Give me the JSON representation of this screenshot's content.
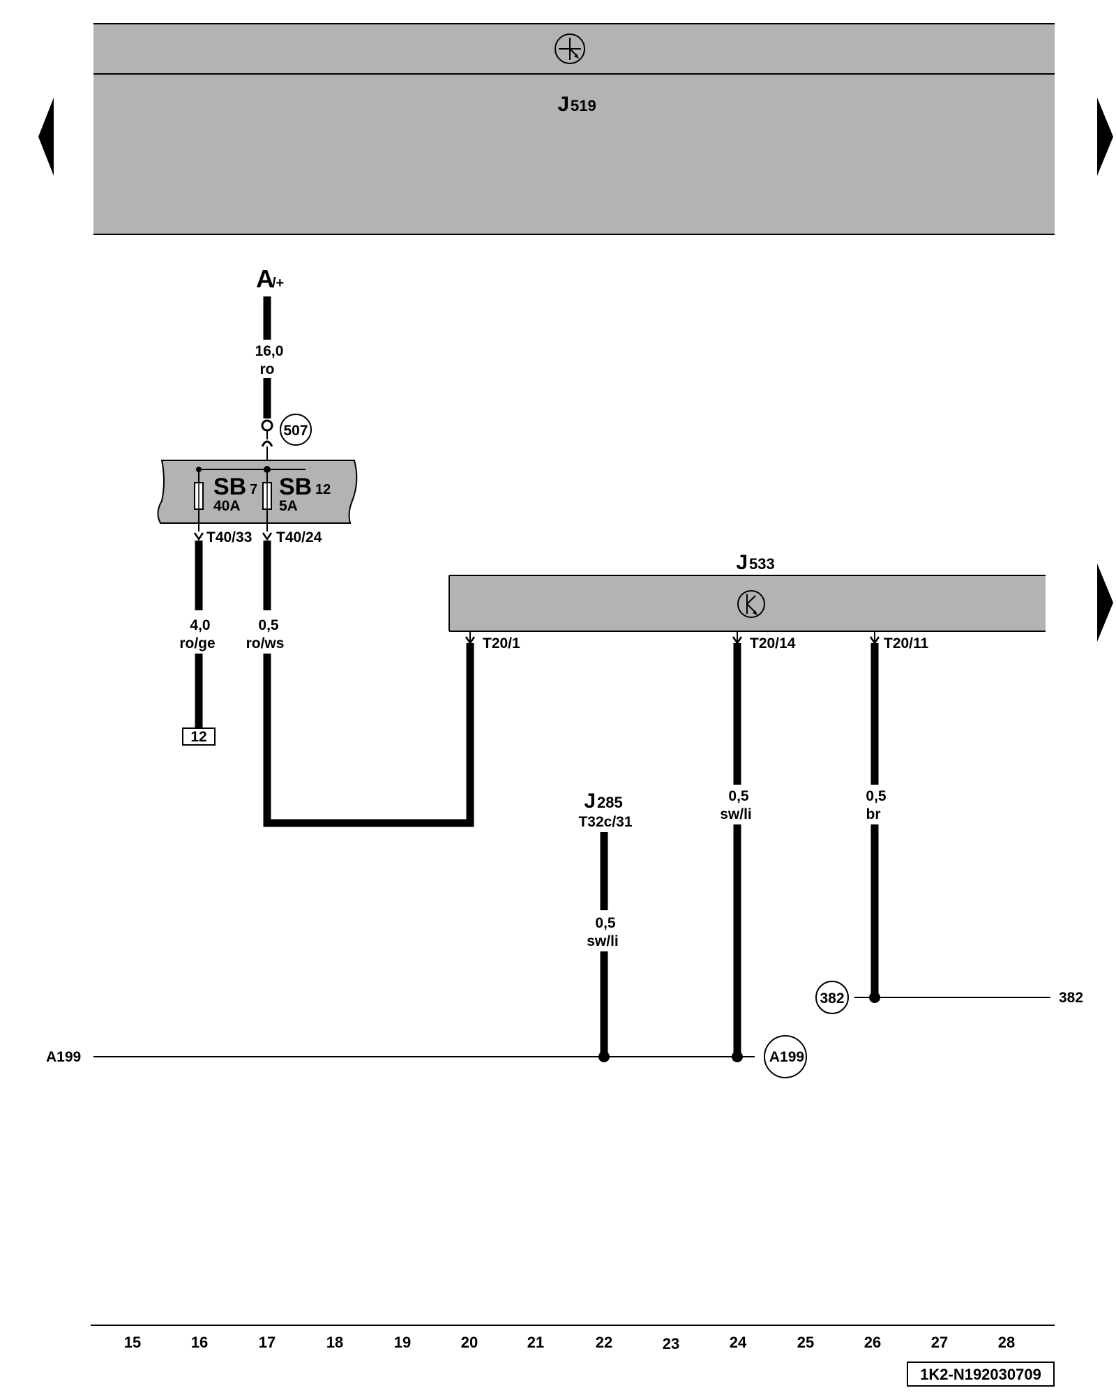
{
  "colors": {
    "module_fill": "#b3b3b3",
    "wire": "#000000",
    "background": "#ffffff"
  },
  "nav": {
    "left_icon": "triangle-left-icon",
    "right_icon": "triangle-right-icon"
  },
  "j519": {
    "code": "J",
    "sub": "519",
    "icon": "control-unit-star-icon"
  },
  "supply": {
    "code": "A",
    "sub": "/+"
  },
  "fuse_holder": {
    "connector_point": "507",
    "fuses": [
      {
        "code": "SB",
        "sub": "7",
        "rating": "40A",
        "pin": "T40/33"
      },
      {
        "code": "SB",
        "sub": "12",
        "rating": "5A",
        "pin": "T40/24"
      }
    ]
  },
  "j533": {
    "code": "J",
    "sub": "533",
    "icon": "control-unit-k-icon",
    "pins": [
      "T20/1",
      "T20/14",
      "T20/11"
    ]
  },
  "j285": {
    "code": "J",
    "sub": "285",
    "pin": "T32c/31"
  },
  "wires": [
    {
      "size": "16,0",
      "color": "ro"
    },
    {
      "size": "4,0",
      "color": "ro/ge"
    },
    {
      "size": "0,5",
      "color": "ro/ws"
    },
    {
      "size": "0,5",
      "color": "sw/li"
    },
    {
      "size": "0,5",
      "color": "sw/li"
    },
    {
      "size": "0,5",
      "color": "br"
    }
  ],
  "references": {
    "box_12": "12",
    "point_382": "382",
    "line_382": "382",
    "line_a199": "A199",
    "point_a199": "A199"
  },
  "grid": [
    "15",
    "16",
    "17",
    "18",
    "19",
    "20",
    "21",
    "22",
    "23",
    "24",
    "25",
    "26",
    "27",
    "28"
  ],
  "doc_id": "1K2-N192030709"
}
